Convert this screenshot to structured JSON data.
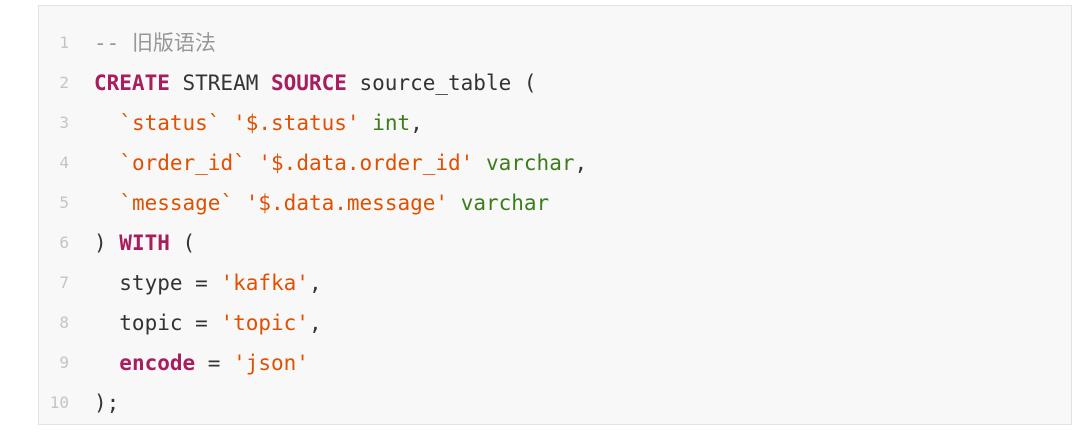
{
  "code": {
    "lines": [
      {
        "number": "1",
        "tokens": [
          {
            "t": "-- ",
            "c": "comment-dash"
          },
          {
            "t": "旧版语法",
            "c": "comment"
          }
        ]
      },
      {
        "number": "2",
        "tokens": [
          {
            "t": "CREATE",
            "c": "keyword"
          },
          {
            "t": " STREAM ",
            "c": "plain"
          },
          {
            "t": "SOURCE",
            "c": "keyword"
          },
          {
            "t": " source_table (",
            "c": "plain"
          }
        ]
      },
      {
        "number": "3",
        "tokens": [
          {
            "t": "  ",
            "c": "plain"
          },
          {
            "t": "`status`",
            "c": "string"
          },
          {
            "t": " ",
            "c": "plain"
          },
          {
            "t": "'$.status'",
            "c": "string"
          },
          {
            "t": " ",
            "c": "plain"
          },
          {
            "t": "int",
            "c": "type"
          },
          {
            "t": ",",
            "c": "plain"
          }
        ]
      },
      {
        "number": "4",
        "tokens": [
          {
            "t": "  ",
            "c": "plain"
          },
          {
            "t": "`order_id`",
            "c": "string"
          },
          {
            "t": " ",
            "c": "plain"
          },
          {
            "t": "'$.data.order_id'",
            "c": "string"
          },
          {
            "t": " ",
            "c": "plain"
          },
          {
            "t": "varchar",
            "c": "type"
          },
          {
            "t": ",",
            "c": "plain"
          }
        ]
      },
      {
        "number": "5",
        "tokens": [
          {
            "t": "  ",
            "c": "plain"
          },
          {
            "t": "`message`",
            "c": "string"
          },
          {
            "t": " ",
            "c": "plain"
          },
          {
            "t": "'$.data.message'",
            "c": "string"
          },
          {
            "t": " ",
            "c": "plain"
          },
          {
            "t": "varchar",
            "c": "type"
          }
        ]
      },
      {
        "number": "6",
        "tokens": [
          {
            "t": ") ",
            "c": "plain"
          },
          {
            "t": "WITH",
            "c": "keyword"
          },
          {
            "t": " (",
            "c": "plain"
          }
        ]
      },
      {
        "number": "7",
        "tokens": [
          {
            "t": "  stype = ",
            "c": "plain"
          },
          {
            "t": "'kafka'",
            "c": "string"
          },
          {
            "t": ",",
            "c": "plain"
          }
        ]
      },
      {
        "number": "8",
        "tokens": [
          {
            "t": "  topic = ",
            "c": "plain"
          },
          {
            "t": "'topic'",
            "c": "string"
          },
          {
            "t": ",",
            "c": "plain"
          }
        ]
      },
      {
        "number": "9",
        "tokens": [
          {
            "t": "  ",
            "c": "plain"
          },
          {
            "t": "encode",
            "c": "keyword"
          },
          {
            "t": " = ",
            "c": "plain"
          },
          {
            "t": "'json'",
            "c": "string"
          }
        ]
      },
      {
        "number": "10",
        "tokens": [
          {
            "t": ");",
            "c": "plain"
          }
        ]
      }
    ]
  },
  "colors": {
    "keyword": "#a71d5d",
    "string": "#df5000",
    "type": "#3c7d1b",
    "comment": "#969896",
    "plain": "#333333",
    "line_number": "#c4c4c4",
    "background": "#f8f8f8"
  }
}
